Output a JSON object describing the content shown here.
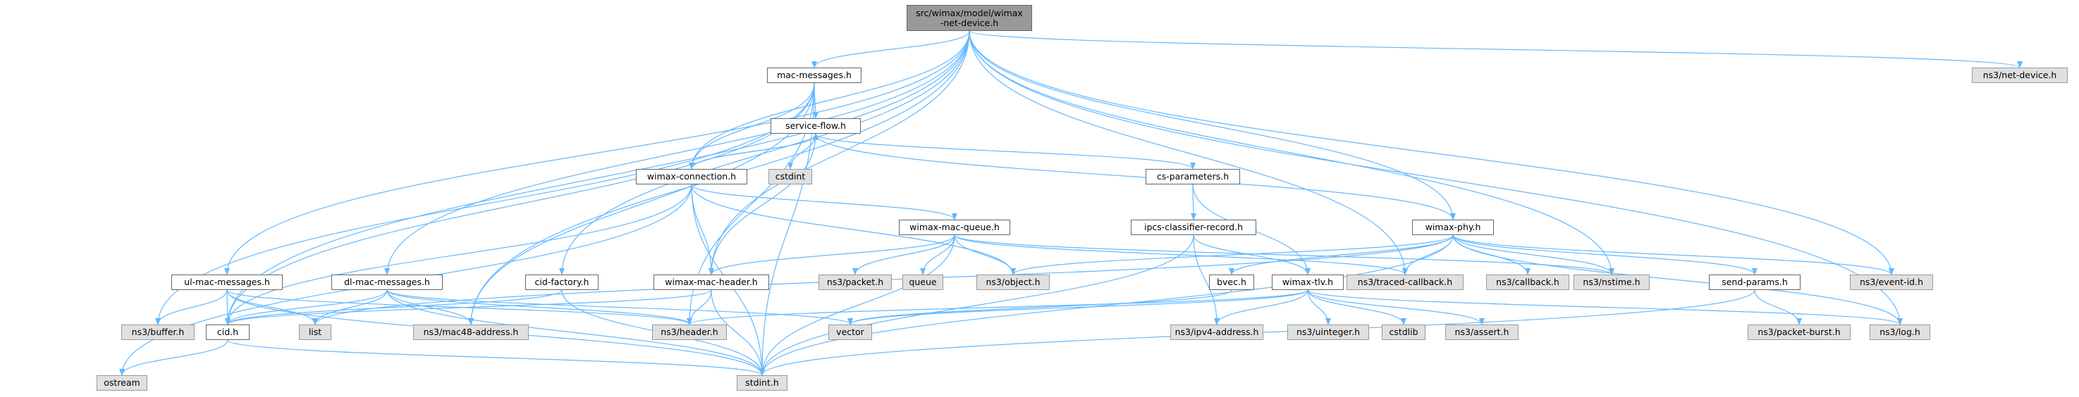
{
  "diagram": {
    "colors": {
      "edge": "#63b8ff",
      "local_bg": "#ffffff",
      "sys_bg": "#e0e0e0",
      "root_bg": "#999999"
    },
    "nodes": {
      "root": {
        "line1": "src/wimax/model/wimax",
        "line2": "-net-device.h"
      },
      "mac_messages": "mac-messages.h",
      "service_flow": "service-flow.h",
      "wimax_connection": "wimax-connection.h",
      "cstdint": "cstdint",
      "cs_parameters": "cs-parameters.h",
      "ipcs_classifier": "ipcs-classifier-record.h",
      "wimax_mac_queue": "wimax-mac-queue.h",
      "wimax_phy": "wimax-phy.h",
      "ul_mac_messages": "ul-mac-messages.h",
      "dl_mac_messages": "dl-mac-messages.h",
      "cid_factory": "cid-factory.h",
      "wimax_mac_header": "wimax-mac-header.h",
      "ns3_packet": "ns3/packet.h",
      "queue": "queue",
      "ns3_object": "ns3/object.h",
      "bvec": "bvec.h",
      "wimax_tlv": "wimax-tlv.h",
      "ns3_traced_callback": "ns3/traced-callback.h",
      "ns3_callback": "ns3/callback.h",
      "ns3_nstime": "ns3/nstime.h",
      "send_params": "send-params.h",
      "ns3_event_id": "ns3/event-id.h",
      "ns3_net_device": "ns3/net-device.h",
      "ns3_buffer": "ns3/buffer.h",
      "list": "list",
      "cid": "cid.h",
      "ns3_mac48": "ns3/mac48-address.h",
      "ns3_header": "ns3/header.h",
      "vector": "vector",
      "ns3_ipv4": "ns3/ipv4-address.h",
      "ns3_uinteger": "ns3/uinteger.h",
      "cstdlib": "cstdlib",
      "ns3_assert": "ns3/assert.h",
      "ns3_packet_burst": "ns3/packet-burst.h",
      "ns3_log": "ns3/log.h",
      "ostream": "ostream",
      "stdint": "stdint.h"
    }
  }
}
